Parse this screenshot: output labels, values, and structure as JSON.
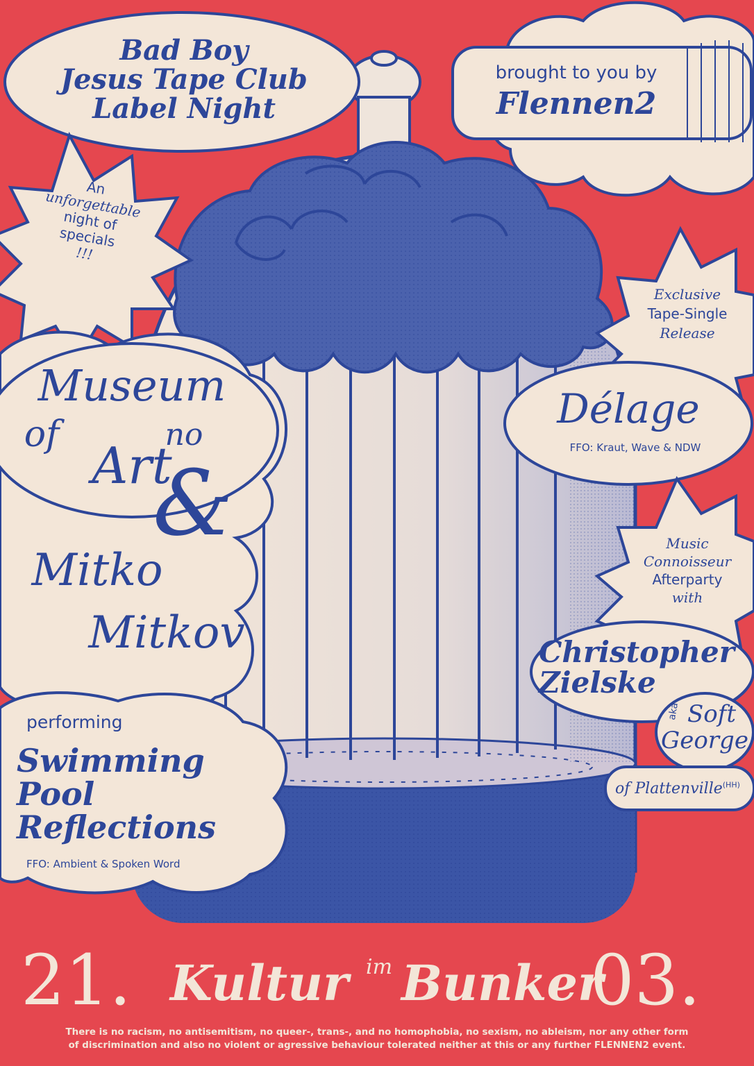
{
  "title": {
    "line1": "Bad Boy",
    "line2": "Jesus Tape Club",
    "line3": "Label Night"
  },
  "presenter": {
    "intro": "brought to you by",
    "name": "Flennen2"
  },
  "star_left": {
    "l1": "An",
    "l2": "unforgettable",
    "l3": "night of",
    "l4": "specials",
    "l5": "!!!"
  },
  "star_right_top": {
    "l1": "Exclusive",
    "l2": "Tape-Single",
    "l3": "Release"
  },
  "delage": {
    "name": "Délage",
    "ffo": "FFO: Kraut, Wave & NDW"
  },
  "star_right_mid": {
    "l1": "Music",
    "l2": "Connoisseur",
    "l3": "Afterparty",
    "l4": "with"
  },
  "act1": {
    "l1": "Museum",
    "l2": "of",
    "l3": "no",
    "l4": "Art",
    "amp": "&",
    "l5": "Mitko",
    "l6": "Mitkov"
  },
  "act2": {
    "pre": "performing",
    "l1": "Swimming",
    "l2": "Pool",
    "l3": "Reflections",
    "ffo": "FFO: Ambient & Spoken Word"
  },
  "afterparty": {
    "l1": "Christopher",
    "l2": "Zielske",
    "aka": "aka",
    "alias1": "Soft",
    "alias2": "George",
    "of": "of Plattenville",
    "sup": "(HH)"
  },
  "footer": {
    "day": "21.",
    "venue1": "Kultur",
    "venue_in": "im",
    "venue2": "Bunker",
    "month": "03.",
    "note1": "There is no racism, no antisemitism, no queer-, trans-, and no homophobia, no sexism, no ableism, nor any other form",
    "note2": "of discrimination and also no violent or agressive behaviour tolerated neither at this or any further FLENNEN2 event."
  },
  "colors": {
    "background": "#e5474f",
    "ink": "#2d4699",
    "paper": "#f3e6d8"
  }
}
